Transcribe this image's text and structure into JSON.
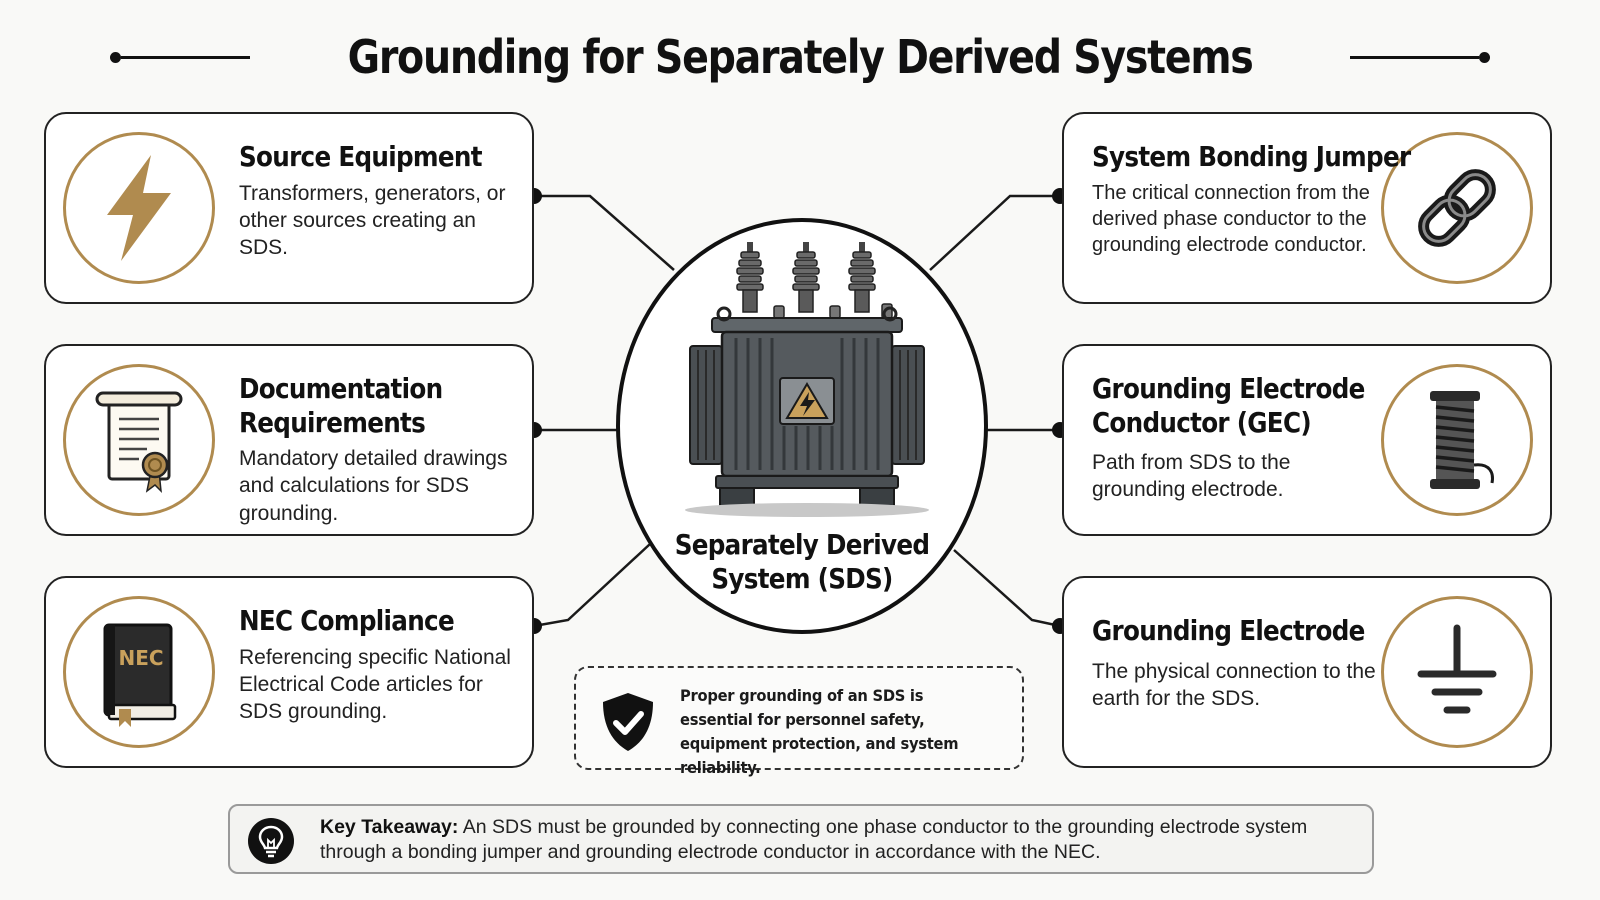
{
  "title": "Grounding for Separately Derived Systems",
  "center": {
    "label_line1": "Separately Derived",
    "label_line2": "System (SDS)"
  },
  "cards": {
    "source": {
      "title": "Source Equipment",
      "body": "Transformers, generators, or other sources creating an SDS.",
      "icon": "lightning-bolt-icon"
    },
    "documentation": {
      "title_line1": "Documentation",
      "title_line2": "Requirements",
      "body": "Mandatory detailed drawings and calculations for SDS grounding.",
      "icon": "certificate-scroll-icon"
    },
    "nec": {
      "title": "NEC Compliance",
      "body": "Referencing specific National Electrical Code articles for SDS grounding.",
      "icon": "nec-book-icon",
      "book_label": "NEC"
    },
    "bonding": {
      "title": "System Bonding Jumper",
      "body": "The critical connection from the derived phase conductor to the grounding electrode conductor.",
      "icon": "chain-link-icon"
    },
    "gec": {
      "title_line1": "Grounding Electrode",
      "title_line2": "Conductor (GEC)",
      "body": "Path from SDS to the grounding electrode.",
      "icon": "wire-spool-icon"
    },
    "electrode": {
      "title": "Grounding Electrode",
      "body": "The physical connection to the earth for the SDS.",
      "icon": "ground-symbol-icon"
    }
  },
  "note": {
    "text": "Proper grounding of an SDS is essential for personnel safety, equipment protection, and system reliability.",
    "icon": "shield-check-icon"
  },
  "takeaway": {
    "label": "Key Takeaway:",
    "text": "An SDS must be grounded by connecting one phase conductor to the grounding electrode system through a bonding jumper and grounding electrode conductor in accordance with the NEC.",
    "icon": "lightbulb-icon"
  },
  "colors": {
    "accent_gold": "#b08b4f",
    "outline": "#222222",
    "transformer": "#555a5e"
  }
}
